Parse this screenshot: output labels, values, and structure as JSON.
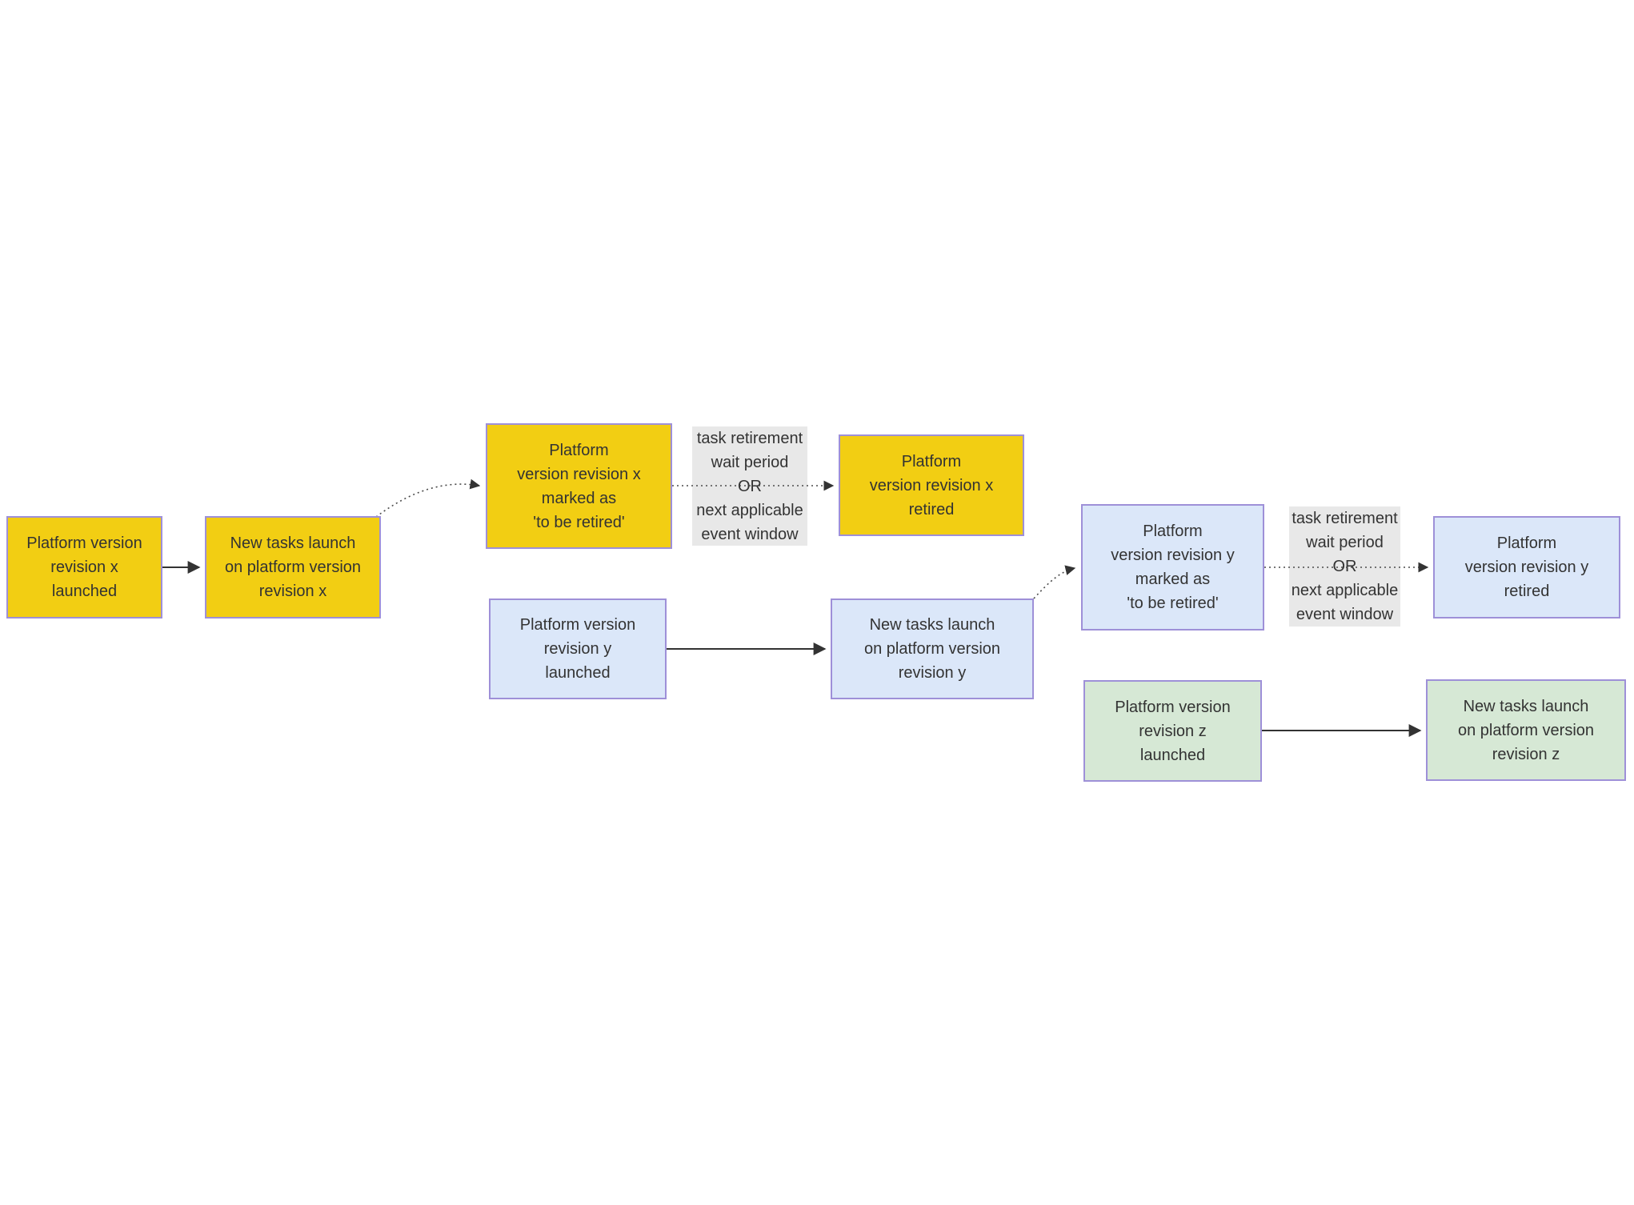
{
  "diagram": {
    "type": "flowchart",
    "nodes": [
      {
        "id": "x-launched",
        "label": "Platform version\nrevision x\nlaunched",
        "color": "yellow"
      },
      {
        "id": "x-new-tasks",
        "label": "New tasks launch\non platform version\nrevision x",
        "color": "yellow"
      },
      {
        "id": "x-marked",
        "label": "Platform\nversion revision x\nmarked as\n'to be retired'",
        "color": "yellow"
      },
      {
        "id": "x-retired",
        "label": "Platform\nversion revision x\nretired",
        "color": "yellow"
      },
      {
        "id": "y-launched",
        "label": "Platform version\nrevision y\nlaunched",
        "color": "blue"
      },
      {
        "id": "y-new-tasks",
        "label": "New tasks launch\non platform version\nrevision y",
        "color": "blue"
      },
      {
        "id": "y-marked",
        "label": "Platform\nversion revision y\nmarked as\n'to be retired'",
        "color": "blue"
      },
      {
        "id": "y-retired",
        "label": "Platform\nversion revision y\nretired",
        "color": "blue"
      },
      {
        "id": "z-launched",
        "label": "Platform version\nrevision z\nlaunched",
        "color": "green"
      },
      {
        "id": "z-new-tasks",
        "label": "New tasks launch\non platform version\nrevision z",
        "color": "green"
      }
    ],
    "edge_labels": [
      {
        "id": "x-wait",
        "label": "task retirement\nwait period\nOR\nnext applicable\nevent window"
      },
      {
        "id": "y-wait",
        "label": "task retirement\nwait period\nOR\nnext applicable\nevent window"
      }
    ],
    "colors": {
      "node_border": "#9e90d8",
      "yellow_fill": "#f2ce13",
      "blue_fill": "#dbe7f9",
      "green_fill": "#d6e8d5",
      "edge_label_bg": "#e8e8e8",
      "text": "#333333",
      "arrow": "#333333"
    }
  }
}
